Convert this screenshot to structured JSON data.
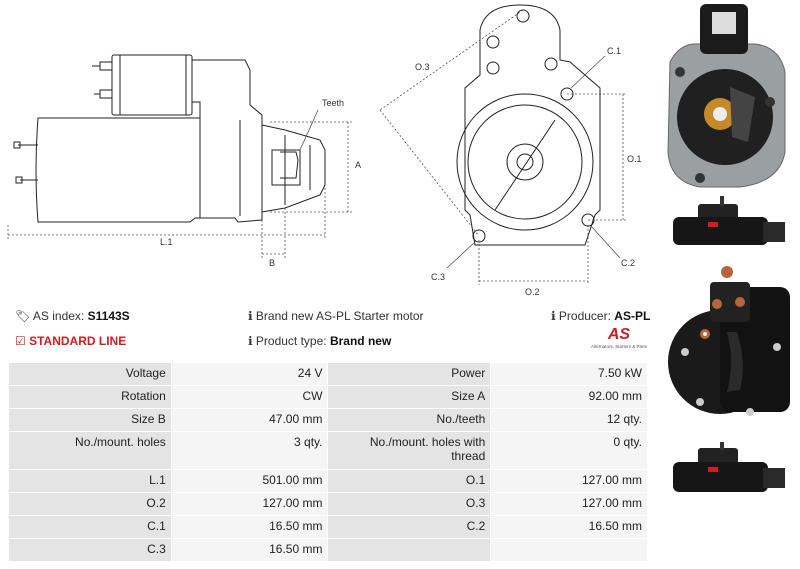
{
  "diagram": {
    "labels": {
      "teeth": "Teeth",
      "a": "A",
      "b": "B",
      "l1": "L.1",
      "o3": "O.3",
      "c1": "C.1",
      "o1": "O.1",
      "c3": "C.3",
      "c2": "C.2",
      "o2": "O.2"
    }
  },
  "info": {
    "as_index_label": "AS index:",
    "as_index_value": "S1143S",
    "standard_line": "STANDARD LINE",
    "description": "Brand new AS-PL Starter motor",
    "product_type_label": "Product type:",
    "product_type_value": "Brand new",
    "producer_label": "Producer:",
    "producer_value": "AS-PL",
    "logo_tagline": "Alternators, Starters & Parts"
  },
  "specs": {
    "rows": [
      {
        "l1": "Voltage",
        "v1": "24 V",
        "l2": "Power",
        "v2": "7.50 kW"
      },
      {
        "l1": "Rotation",
        "v1": "CW",
        "l2": "Size A",
        "v2": "92.00 mm"
      },
      {
        "l1": "Size B",
        "v1": "47.00 mm",
        "l2": "No./teeth",
        "v2": "12 qty."
      },
      {
        "l1": "No./mount. holes",
        "v1": "3 qty.",
        "l2": "No./mount. holes with thread",
        "v2": "0 qty."
      },
      {
        "l1": "L.1",
        "v1": "501.00 mm",
        "l2": "O.1",
        "v2": "127.00 mm"
      },
      {
        "l1": "O.2",
        "v1": "127.00 mm",
        "l2": "O.3",
        "v2": "127.00 mm"
      },
      {
        "l1": "C.1",
        "v1": "16.50 mm",
        "l2": "C.2",
        "v2": "16.50 mm"
      },
      {
        "l1": "C.3",
        "v1": "16.50 mm",
        "l2": "",
        "v2": ""
      }
    ]
  },
  "colors": {
    "accent": "#d71920",
    "label_bg": "#e4e4e4",
    "value_bg": "#f5f5f5"
  },
  "icons": [
    "tag-icon",
    "check-icon",
    "info-icon"
  ]
}
